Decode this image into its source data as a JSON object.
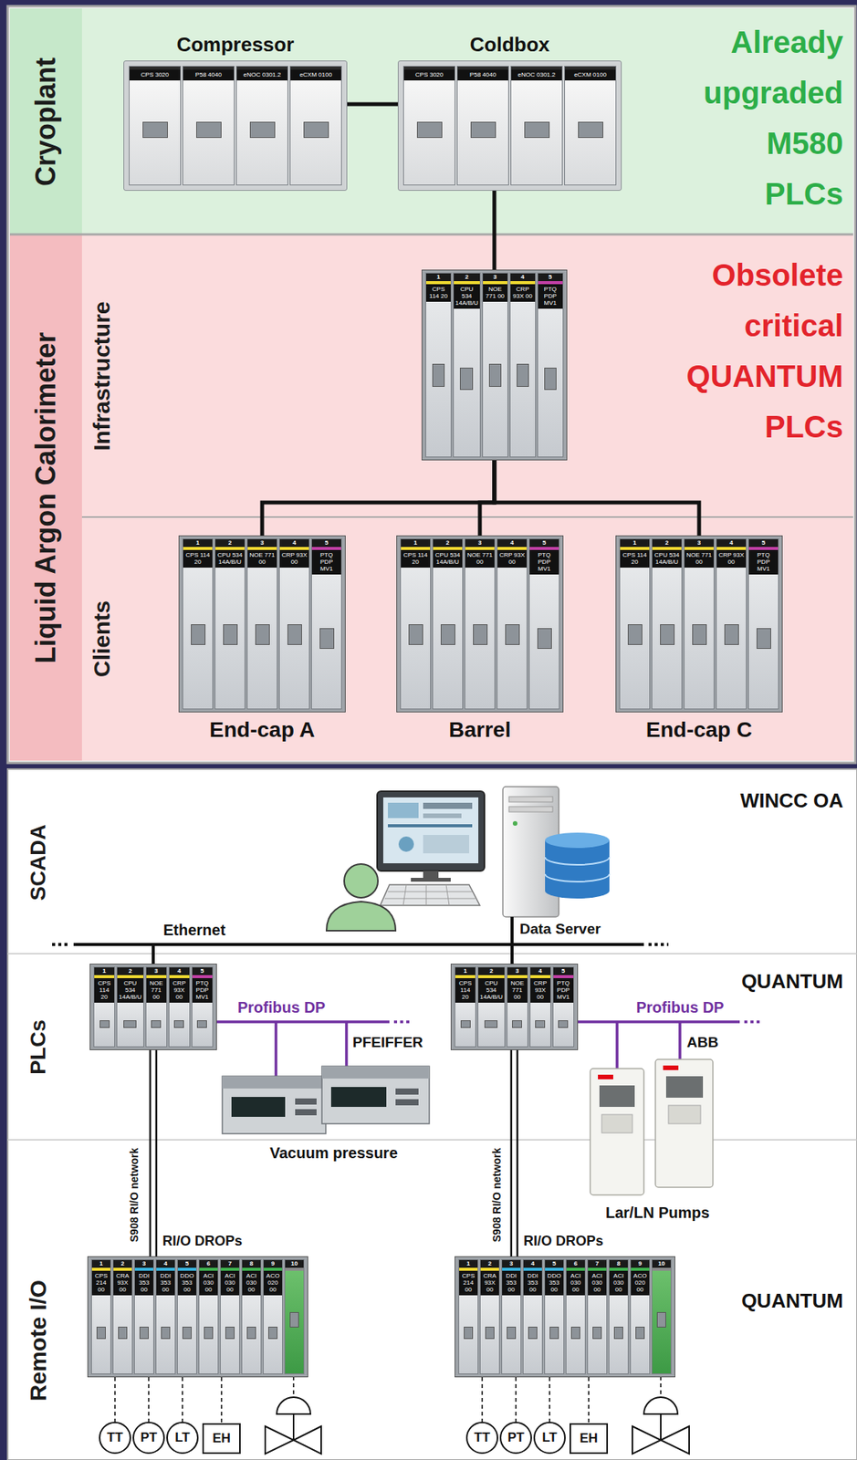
{
  "diagram": {
    "nodes": [
      {
        "text": [
          "Cryoplant"
        ]
      },
      {
        "text": [
          "Compressor",
          "CPS 3020",
          "P58 4040",
          "eNOC 0301.2",
          "eCXM 0100"
        ],
        "in": 0
      },
      {
        "text": [
          "Coldbox",
          "CPS 3020",
          "P58 4040",
          "eNOC 0301.2",
          "eCXM 0100"
        ],
        "in": 0
      },
      {
        "text": [
          "Liquid Argon Calorimeter"
        ]
      },
      {
        "text": [
          "Infrastructure"
        ],
        "in": 3
      },
      {
        "text": [
          "1",
          "CPS 114 20",
          "2",
          "CPU 534 14A/B/U",
          "3",
          "NOE 771 00",
          "4",
          "CRP 93X 00",
          "5",
          "PTQ PDP MV1"
        ],
        "in": 4
      },
      {
        "text": [
          "Clients"
        ],
        "in": 3
      },
      {
        "text": [
          "End-cap A",
          "1",
          "CPS 114 20",
          "2",
          "CPU 534 14A/B/U",
          "3",
          "NOE 771 00",
          "4",
          "CRP 93X 00",
          "5",
          "PTQ PDP MV1"
        ],
        "in": 6
      },
      {
        "text": [
          "Barrel",
          "1",
          "CPS 114 20",
          "2",
          "CPU 534 14A/B/U",
          "3",
          "NOE 771 00",
          "4",
          "CRP 93X 00",
          "5",
          "PTQ PDP MV1"
        ],
        "in": 6
      },
      {
        "text": [
          "End-cap C",
          "1",
          "CPS 114 20",
          "2",
          "CPU 534 14A/B/U",
          "3",
          "NOE 771 00",
          "4",
          "CRP 93X 00",
          "5",
          "PTQ PDP MV1"
        ],
        "in": 6
      },
      {
        "text": [
          "SCADA"
        ]
      },
      {
        "text": [
          "Data Server"
        ],
        "in": 10
      },
      {
        "text": [
          "PLCs"
        ]
      },
      {
        "text": [
          "1",
          "CPS 114 20",
          "2",
          "CPU 534 14A/B/U",
          "3",
          "NOE 771 00",
          "4",
          "CRP 93X 00",
          "5",
          "PTQ PDP MV1"
        ],
        "in": 12
      },
      {
        "text": [
          "1",
          "CPS 114 20",
          "2",
          "CPU 534 14A/B/U",
          "3",
          "NOE 771 00",
          "4",
          "CRP 93X 00",
          "5",
          "PTQ PDP MV1"
        ],
        "in": 12
      },
      {
        "text": [
          "Remote I/O"
        ]
      },
      {
        "text": [
          "1",
          "CPS 214 00",
          "2",
          "CRA 93X 00",
          "3",
          "DDI 353 00",
          "4",
          "DDI 353 00",
          "5",
          "DDO 353 00",
          "6",
          "ACI 030 00",
          "7",
          "ACI 030 00",
          "8",
          "ACI 030 00",
          "9",
          "ACO 020 00",
          "10"
        ],
        "in": 15
      },
      {
        "text": [
          "1",
          "CPS 214 00",
          "2",
          "CRA 93X 00",
          "3",
          "DDI 353 00",
          "4",
          "DDI 353 00",
          "5",
          "DDO 353 00",
          "6",
          "ACI 030 00",
          "7",
          "ACI 030 00",
          "8",
          "ACI 030 00",
          "9",
          "ACO 020 00",
          "10"
        ],
        "in": 15
      },
      {
        "text": [
          "TT"
        ],
        "in": 15
      },
      {
        "text": [
          "PT"
        ],
        "in": 15
      },
      {
        "text": [
          "LT"
        ],
        "in": 15
      },
      {
        "text": [
          "EH"
        ],
        "in": 15
      },
      {
        "text": [
          "TT"
        ],
        "in": 15
      },
      {
        "text": [
          "PT"
        ],
        "in": 15
      },
      {
        "text": [
          "LT"
        ],
        "in": 15
      },
      {
        "text": [
          "EH"
        ],
        "in": 15
      }
    ],
    "edges": [
      {
        "from": 1,
        "to": 2,
        "arrow": "none"
      },
      {
        "from": 2,
        "to": 5,
        "arrow": "none"
      },
      {
        "from": 5,
        "to": 7,
        "arrow": "none"
      },
      {
        "from": 5,
        "to": 8,
        "arrow": "none"
      },
      {
        "from": 5,
        "to": 9,
        "arrow": "none"
      },
      {
        "from": 11,
        "to": 13,
        "arrow": "none"
      },
      {
        "from": 11,
        "to": 14,
        "arrow": "none"
      },
      {
        "from": 13,
        "to": 16,
        "arrow": "none"
      },
      {
        "from": 14,
        "to": 17,
        "arrow": "none"
      },
      {
        "from": 16,
        "to": 18,
        "arrow": "none"
      },
      {
        "from": 16,
        "to": 19,
        "arrow": "none"
      },
      {
        "from": 16,
        "to": 20,
        "arrow": "none"
      },
      {
        "from": 16,
        "to": 21,
        "arrow": "none"
      },
      {
        "from": 17,
        "to": 22,
        "arrow": "none"
      },
      {
        "from": 17,
        "to": 23,
        "arrow": "none"
      },
      {
        "from": 17,
        "to": 24,
        "arrow": "none"
      },
      {
        "from": 17,
        "to": 25,
        "arrow": "none"
      }
    ],
    "labels": [
      "Already upgraded M580 PLCs",
      "Obsolete critical QUANTUM PLCs",
      "WINCC OA",
      "Ethernet",
      "QUANTUM",
      "Profibus DP",
      "PFEIFFER",
      "Profibus DP",
      "ABB",
      "Vacuum pressure",
      "Lar/LN Pumps",
      "S908 RI/O network",
      "RI/O DROPs",
      "S908 RI/O network",
      "RI/O DROPs",
      "QUANTUM"
    ]
  }
}
